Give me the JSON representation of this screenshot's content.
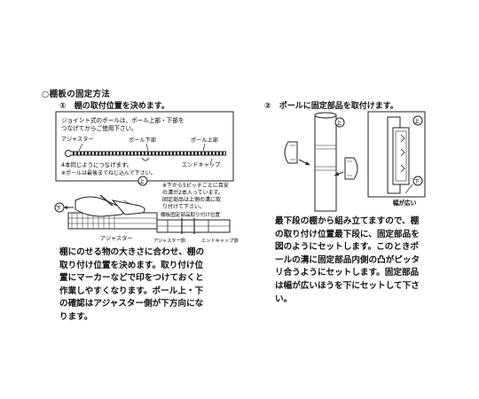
{
  "section": {
    "heading": "○棚板の固定方法"
  },
  "step1": {
    "number": "①",
    "title": "棚の取付位置を決めます。",
    "note_line1": "ジョイント式のポールは、ポール上部・下部を",
    "note_line2": "つなげてからご使用下さい。",
    "label_adjuster": "アジャスター",
    "label_pole_bottom": "ポール下部",
    "label_pole_top": "ポール上部",
    "label_end_cap": "エンドキャップ",
    "join_note": "4本同じようにつなげます。",
    "join_warning": "※ポールは最後までねじ込んで下さい。",
    "pitch_note_1": "※下から5ピッチごとに目安",
    "pitch_note_2": "の溝が2本入っています。",
    "pitch_note_3": "固定部品は上側の溝に取",
    "pitch_note_4": "り付けて下さい。",
    "diagram_caption": "棚板固定部品取り付け位置",
    "label_adjuster_side": "アジャスター側",
    "label_end_cap_side": "エンドキャップ側",
    "label_adjuster_bottom": "アジャスター",
    "mark_up": "上",
    "mark_down": "下",
    "paragraph": [
      "棚にのせる物の大きさに合わせ、棚の",
      "取り付け位置を決めます。取り付け位",
      "置にマーカーなどで印をつけておくと",
      "作業しやすくなります。ポール上・下",
      "の確認はアジャスター側が下方向にな",
      "ります。"
    ]
  },
  "step2": {
    "number": "②",
    "title": "ポールに固定部品を取付けます。",
    "mark_up": "上",
    "mark_down": "下",
    "label_wide": "幅が広い",
    "paragraph": [
      "最下段の棚から組み立てますので、棚",
      "の取り付け位置最下段に、固定部品を",
      "図のようにセットします。このときポ",
      "ールの溝に固定部品内側の凸がピッタ",
      "リ合うようにセットします。固定部品",
      "は幅が広いほうを下にセットして下さ",
      "い。"
    ]
  }
}
